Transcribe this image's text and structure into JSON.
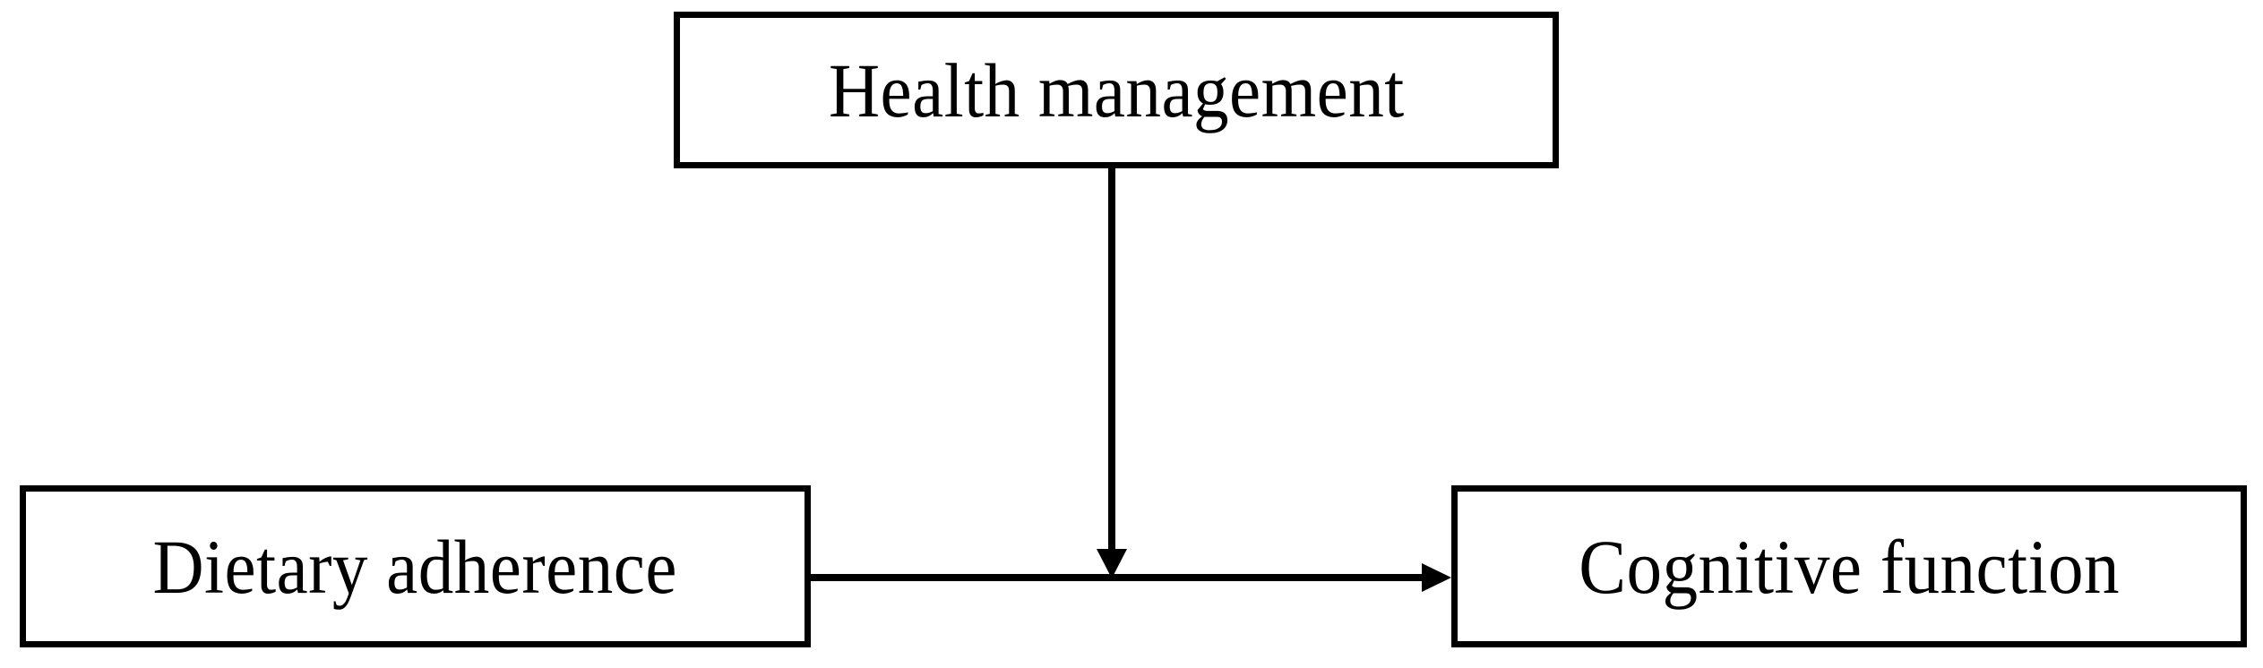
{
  "diagram": {
    "type": "moderation-model",
    "background_color": "#ffffff",
    "line_color": "#000000",
    "text_color": "#000000",
    "nodes": [
      {
        "id": "moderator",
        "label": "Health management",
        "role": "moderator",
        "position": "top-center"
      },
      {
        "id": "predictor",
        "label": "Dietary adherence",
        "role": "independent-variable",
        "position": "bottom-left"
      },
      {
        "id": "outcome",
        "label": "Cognitive function",
        "role": "dependent-variable",
        "position": "bottom-right"
      }
    ],
    "edges": [
      {
        "id": "main-path",
        "from": "predictor",
        "to": "outcome",
        "orientation": "horizontal",
        "arrow": "single",
        "style": "solid"
      },
      {
        "id": "moderation-path",
        "from": "moderator",
        "to": "main-path",
        "orientation": "vertical",
        "arrow": "single",
        "style": "solid"
      }
    ]
  }
}
